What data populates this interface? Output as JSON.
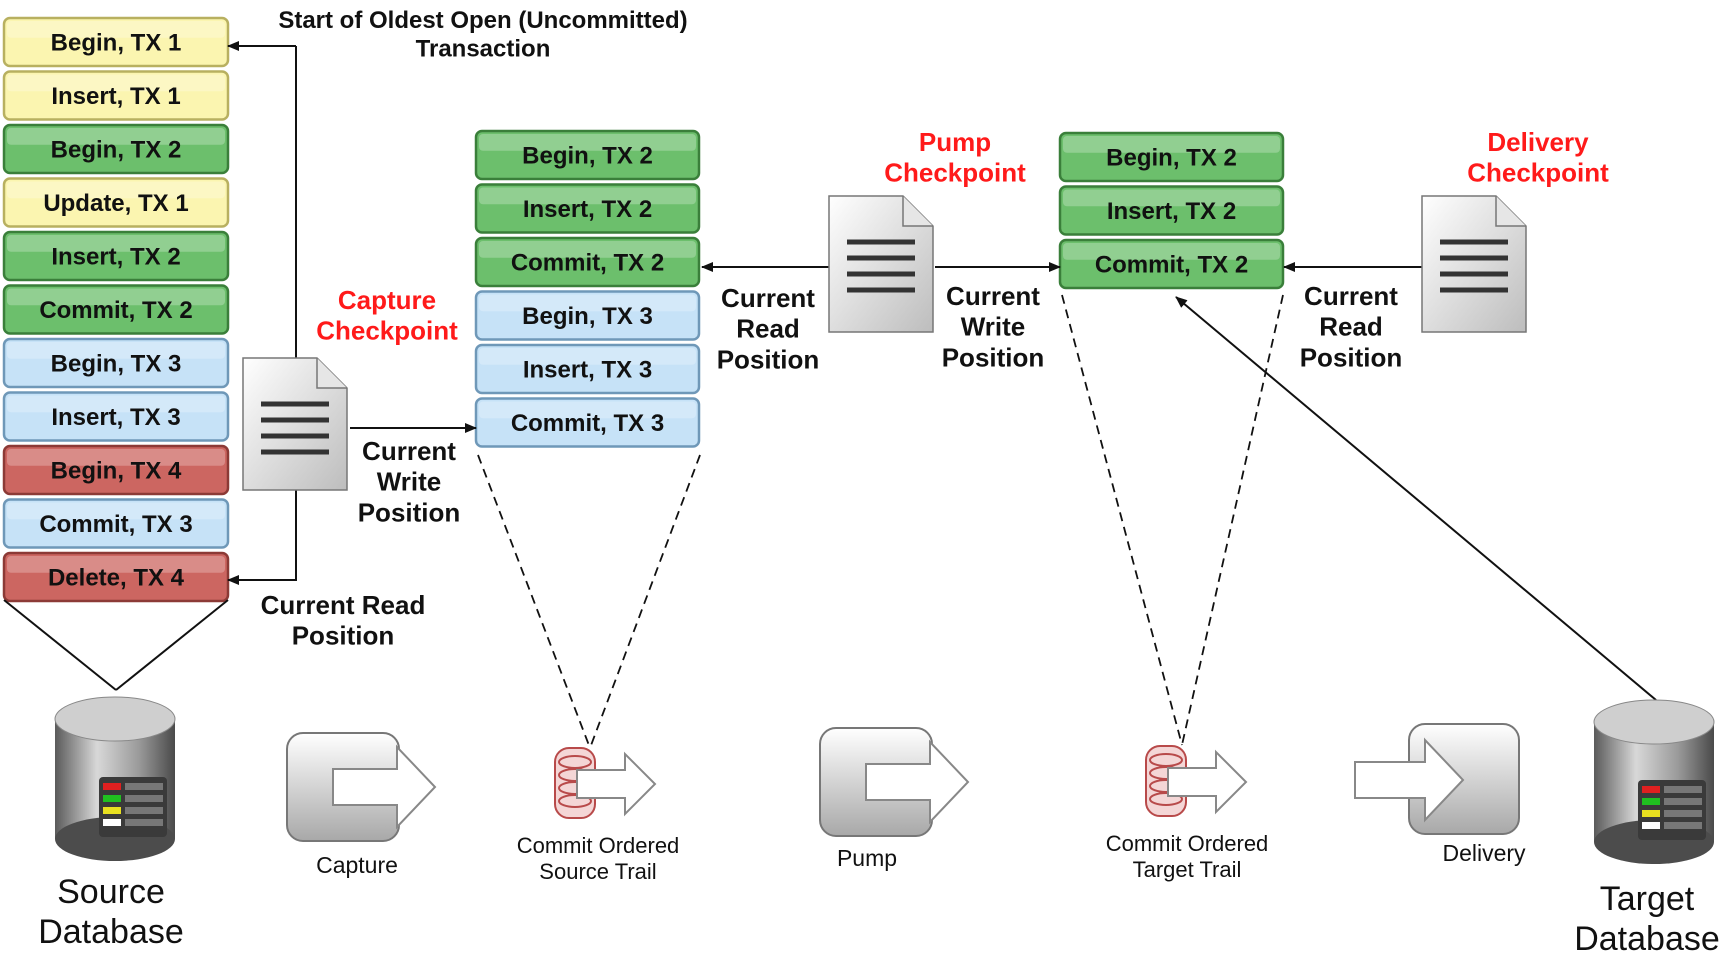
{
  "source_log": [
    {
      "label": "Begin, TX 1",
      "tx": "1"
    },
    {
      "label": "Insert, TX 1",
      "tx": "1"
    },
    {
      "label": "Begin, TX 2",
      "tx": "2"
    },
    {
      "label": "Update, TX 1",
      "tx": "1"
    },
    {
      "label": "Insert, TX 2",
      "tx": "2"
    },
    {
      "label": "Commit, TX 2",
      "tx": "2"
    },
    {
      "label": "Begin, TX 3",
      "tx": "3"
    },
    {
      "label": "Insert, TX 3",
      "tx": "3"
    },
    {
      "label": "Begin, TX 4",
      "tx": "4"
    },
    {
      "label": "Commit, TX 3",
      "tx": "3"
    },
    {
      "label": "Delete, TX 4",
      "tx": "4"
    }
  ],
  "source_trail": [
    {
      "label": "Begin, TX 2",
      "tx": "2"
    },
    {
      "label": "Insert, TX 2",
      "tx": "2"
    },
    {
      "label": "Commit, TX 2",
      "tx": "2"
    },
    {
      "label": "Begin, TX 3",
      "tx": "3"
    },
    {
      "label": "Insert, TX 3",
      "tx": "3"
    },
    {
      "label": "Commit, TX 3",
      "tx": "3"
    }
  ],
  "target_trail": [
    {
      "label": "Begin, TX 2",
      "tx": "2"
    },
    {
      "label": "Insert, TX 2",
      "tx": "2"
    },
    {
      "label": "Commit, TX 2",
      "tx": "2"
    }
  ],
  "tx_colors": {
    "1": {
      "fill": "#fbf5b0",
      "stroke": "#b8b060"
    },
    "2": {
      "fill": "#6cbf6c",
      "stroke": "#3a7f3a"
    },
    "3": {
      "fill": "#c6e2f7",
      "stroke": "#6f98b8"
    },
    "4": {
      "fill": "#cc6661",
      "stroke": "#8c3a36"
    }
  },
  "labels": {
    "oldest_open": "Start of Oldest Open (Uncommitted)\nTransaction",
    "current_read_position_capture": "Current Read\nPosition",
    "capture_checkpoint": "Capture\nCheckpoint",
    "capture_write_position": "Current\nWrite\nPosition",
    "pump_read_position": "Current\nRead\nPosition",
    "pump_checkpoint": "Pump\nCheckpoint",
    "pump_write_position": "Current\nWrite\nPosition",
    "delivery_checkpoint": "Delivery\nCheckpoint",
    "delivery_read_position": "Current\nRead\nPosition"
  },
  "components": {
    "source_db": "Source\nDatabase",
    "capture": "Capture",
    "source_trail": "Commit Ordered\nSource Trail",
    "pump": "Pump",
    "target_trail": "Commit Ordered\nTarget Trail",
    "delivery": "Delivery",
    "target_db": "Target\nDatabase"
  }
}
